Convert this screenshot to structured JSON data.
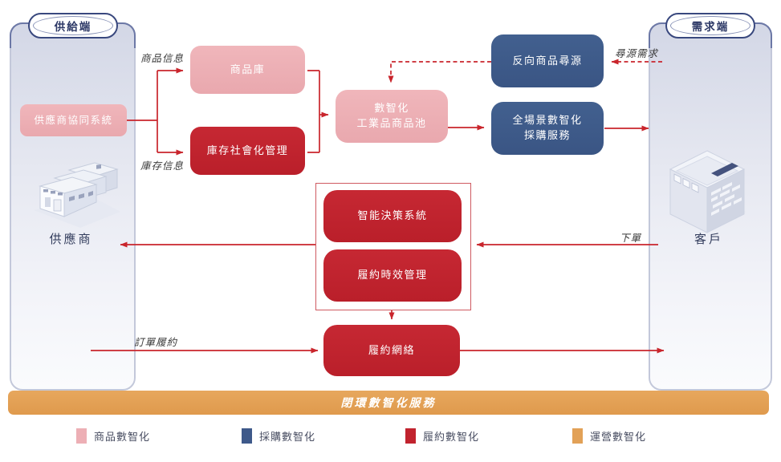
{
  "supply_side": {
    "pill": "供給端",
    "system_box": "供應商協同系統",
    "actor": "供應商"
  },
  "demand_side": {
    "pill": "需求端",
    "actor": "客戶"
  },
  "boxes": {
    "product_library": "商品庫",
    "inventory_social_mgmt": "庫存社會化管理",
    "product_pool_line1": "數智化",
    "product_pool_line2": "工業品商品池",
    "reverse_sourcing": "反向商品尋源",
    "procurement_line1": "全場景數智化",
    "procurement_line2": "採購服務",
    "decision_system": "智能決策系統",
    "fulfillment_timeliness": "履約時效管理",
    "fulfillment_network": "履約網絡",
    "closed_loop_bar": "閉環數智化服務"
  },
  "edge_labels": {
    "product_info": "商品信息",
    "inventory_info": "庫存信息",
    "sourcing_demand": "尋源需求",
    "place_order": "下單",
    "order_fulfillment": "訂單履約"
  },
  "legend": [
    {
      "label": "商品數智化",
      "color": "#edafb5"
    },
    {
      "label": "採購數智化",
      "color": "#3e598a"
    },
    {
      "label": "履約數智化",
      "color": "#c1232e"
    },
    {
      "label": "運營數智化",
      "color": "#e2a157"
    }
  ],
  "colors": {
    "pink": "#edafb5",
    "red": "#c1232e",
    "blue": "#3e598a",
    "orange": "#e2a157",
    "arrow": "#c9252c",
    "panel_top": "#d3d7e6",
    "pill_border": "#39487e"
  }
}
